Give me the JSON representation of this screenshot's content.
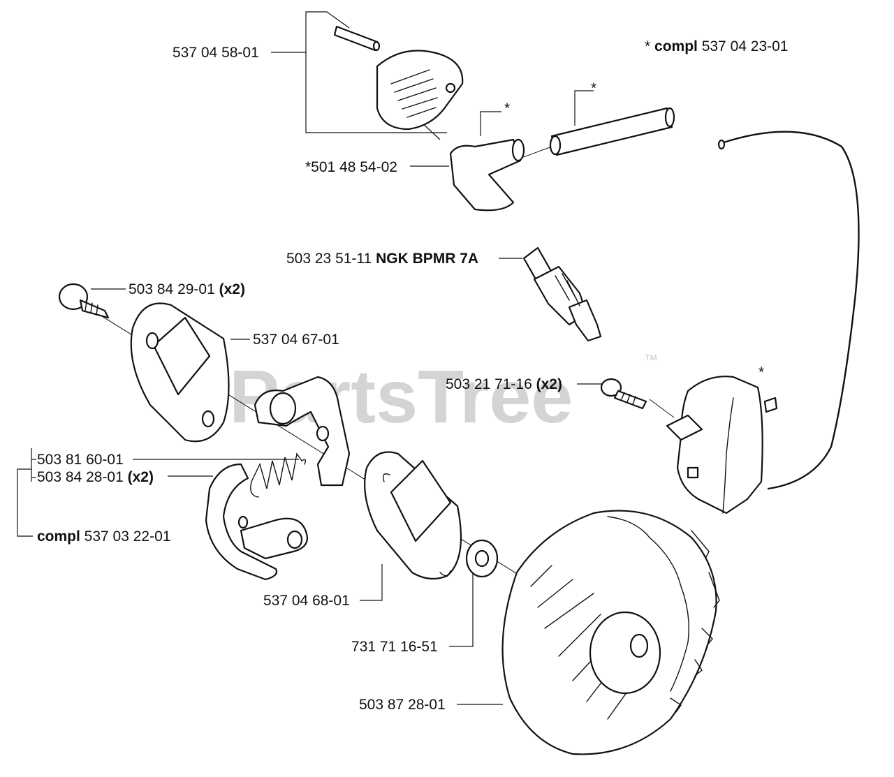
{
  "watermark": {
    "text": "PartsTree",
    "trademark": "™"
  },
  "labels": {
    "cover": {
      "num": "537 04 58-01"
    },
    "kit_note": {
      "prefix": "* ",
      "bold": "compl",
      "num": " 537 04 23-01"
    },
    "boot": {
      "num": "*501 48 54-02"
    },
    "star_cap": {
      "text": "*"
    },
    "star_tube": {
      "text": "*"
    },
    "star_coil": {
      "text": "*"
    },
    "spark_plug": {
      "num": "503 23 51-11 ",
      "bold": "NGK BPMR 7A"
    },
    "screw_a": {
      "num": "503 84 29-01 ",
      "bold": "(x2)"
    },
    "plate_a": {
      "num": "537 04 67-01"
    },
    "coil_screw": {
      "num": "503 21 71-16 ",
      "bold": "(x2)"
    },
    "spring": {
      "num": "503 81 60-01"
    },
    "shoe_screw": {
      "num": "503 84 28-01 ",
      "bold": "(x2)"
    },
    "clutch_kit": {
      "bold": "compl",
      "num": " 537 03 22-01"
    },
    "plate_b": {
      "num": "537 04 68-01"
    },
    "washer": {
      "num": "731 71 16-51"
    },
    "flywheel": {
      "num": "503 87 28-01"
    }
  }
}
